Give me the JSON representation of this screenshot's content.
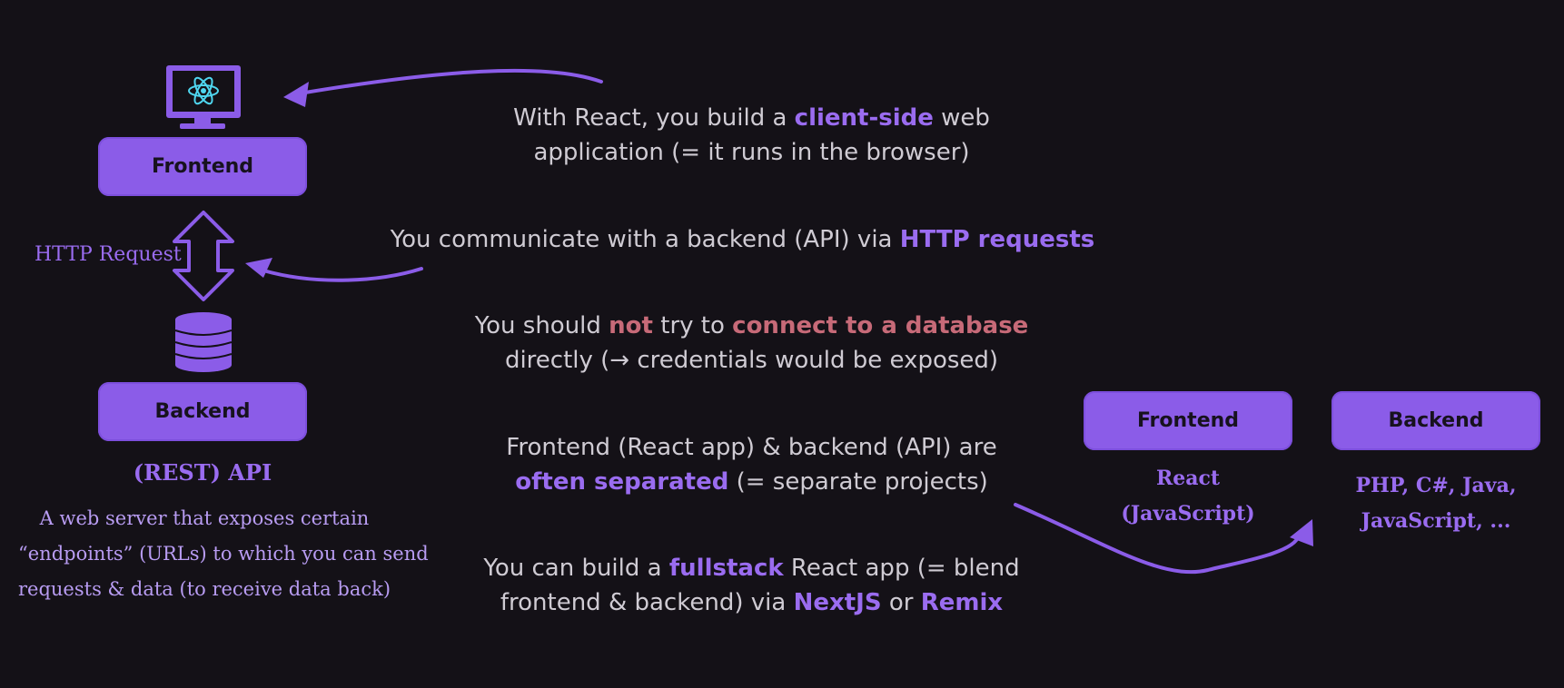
{
  "left": {
    "frontend_label": "Frontend",
    "backend_label": "Backend",
    "http_label": "HTTP Request",
    "api_title": "(REST) API",
    "api_desc": [
      "A web server that exposes certain",
      "“endpoints” (URLs) to which you can send",
      "requests & data (to receive data back)"
    ]
  },
  "statements": {
    "s1_a": "With React, you build a ",
    "s1_b": "client-side",
    "s1_c": " web",
    "s1_d": "application (= it runs in the browser)",
    "s2_a": "You communicate with a backend (API) via ",
    "s2_b": "HTTP requests",
    "s3_a": "You should ",
    "s3_b": "not",
    "s3_c": " try to ",
    "s3_d": "connect to a database",
    "s3_e": "directly (→ credentials would be exposed)",
    "s4_a": "Frontend (React app) & backend (API) are",
    "s4_b": "often separated",
    "s4_c": " (= separate projects)",
    "s5_a": "You can build a ",
    "s5_b": "fullstack",
    "s5_c": " React app (= blend",
    "s5_d": "frontend & backend) via ",
    "s5_e": "NextJS",
    "s5_f": " or ",
    "s5_g": "Remix"
  },
  "right": {
    "frontend_label": "Frontend",
    "frontend_tech": [
      "React",
      "(JavaScript)"
    ],
    "backend_label": "Backend",
    "backend_tech": [
      "PHP, C#, Java,",
      "JavaScript, ..."
    ]
  },
  "colors": {
    "background": "#141117",
    "accent": "#8b5ce8",
    "highlight": "#9a6cf0",
    "warning": "#c76a78",
    "text": "#cfcbd3"
  },
  "icons": [
    "monitor-react-icon",
    "double-arrow-icon",
    "database-icon"
  ]
}
